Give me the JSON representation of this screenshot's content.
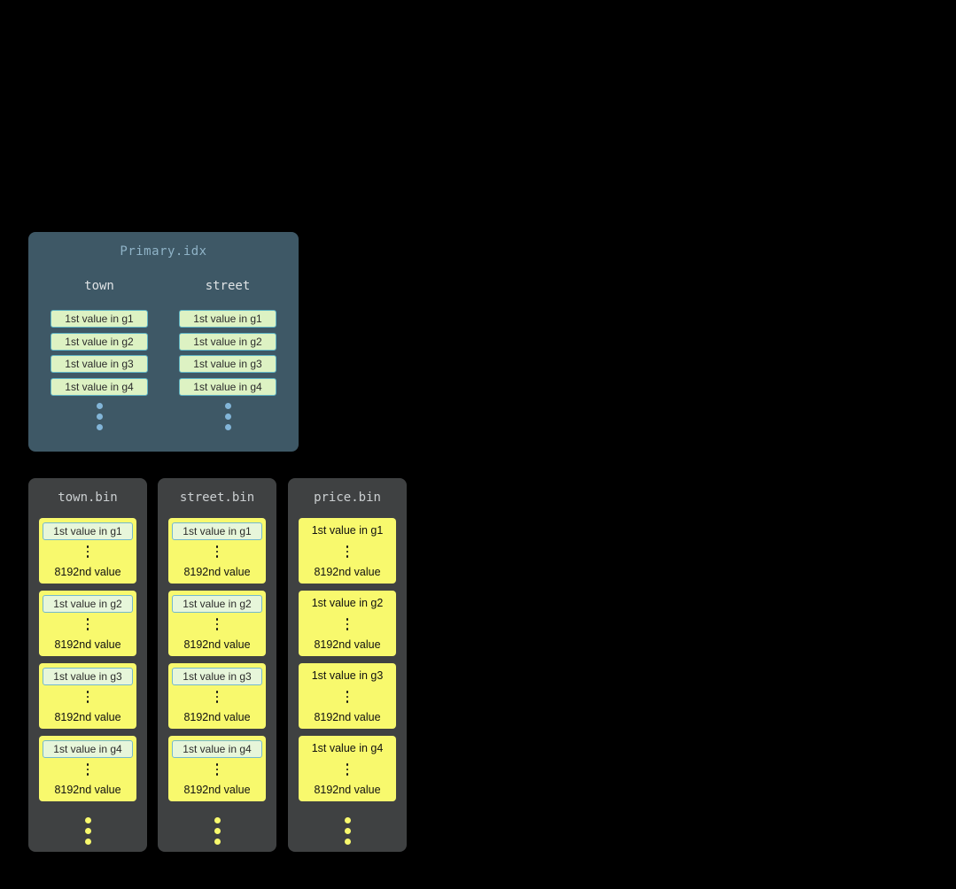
{
  "primary_index": {
    "title": "Primary.idx",
    "columns": [
      {
        "name": "town",
        "entries": [
          "1st value in g1",
          "1st value in g2",
          "1st value in g3",
          "1st value in g4"
        ]
      },
      {
        "name": "street",
        "entries": [
          "1st value in g1",
          "1st value in g2",
          "1st value in g3",
          "1st value in g4"
        ]
      }
    ]
  },
  "bin_files": [
    {
      "title": "town.bin",
      "granules": [
        {
          "first": "1st value in g1",
          "last": "8192nd value",
          "highlighted": true
        },
        {
          "first": "1st value in g2",
          "last": "8192nd value",
          "highlighted": true
        },
        {
          "first": "1st value in g3",
          "last": "8192nd value",
          "highlighted": true
        },
        {
          "first": "1st value in g4",
          "last": "8192nd value",
          "highlighted": true
        }
      ]
    },
    {
      "title": "street.bin",
      "granules": [
        {
          "first": "1st value in g1",
          "last": "8192nd value",
          "highlighted": true
        },
        {
          "first": "1st value in g2",
          "last": "8192nd value",
          "highlighted": true
        },
        {
          "first": "1st value in g3",
          "last": "8192nd value",
          "highlighted": true
        },
        {
          "first": "1st value in g4",
          "last": "8192nd value",
          "highlighted": true
        }
      ]
    },
    {
      "title": "price.bin",
      "granules": [
        {
          "first": "1st value in g1",
          "last": "8192nd value",
          "highlighted": false
        },
        {
          "first": "1st value in g2",
          "last": "8192nd value",
          "highlighted": false
        },
        {
          "first": "1st value in g3",
          "last": "8192nd value",
          "highlighted": false
        },
        {
          "first": "1st value in g4",
          "last": "8192nd value",
          "highlighted": false
        }
      ]
    }
  ],
  "colors": {
    "background": "#000000",
    "primary_card_bg": "#3e5866",
    "primary_title": "#8fb3c7",
    "column_header": "#dfe3e5",
    "index_entry_bg": "#ddf2c3",
    "index_entry_border": "#5fb4c4",
    "index_dots": "#82b5d8",
    "bin_card_bg": "#3f4142",
    "bin_title": "#ccd0d2",
    "granule_bg": "#f8f96d",
    "highlight_bg": "#e7f6da",
    "highlight_border": "#74b9cd"
  }
}
